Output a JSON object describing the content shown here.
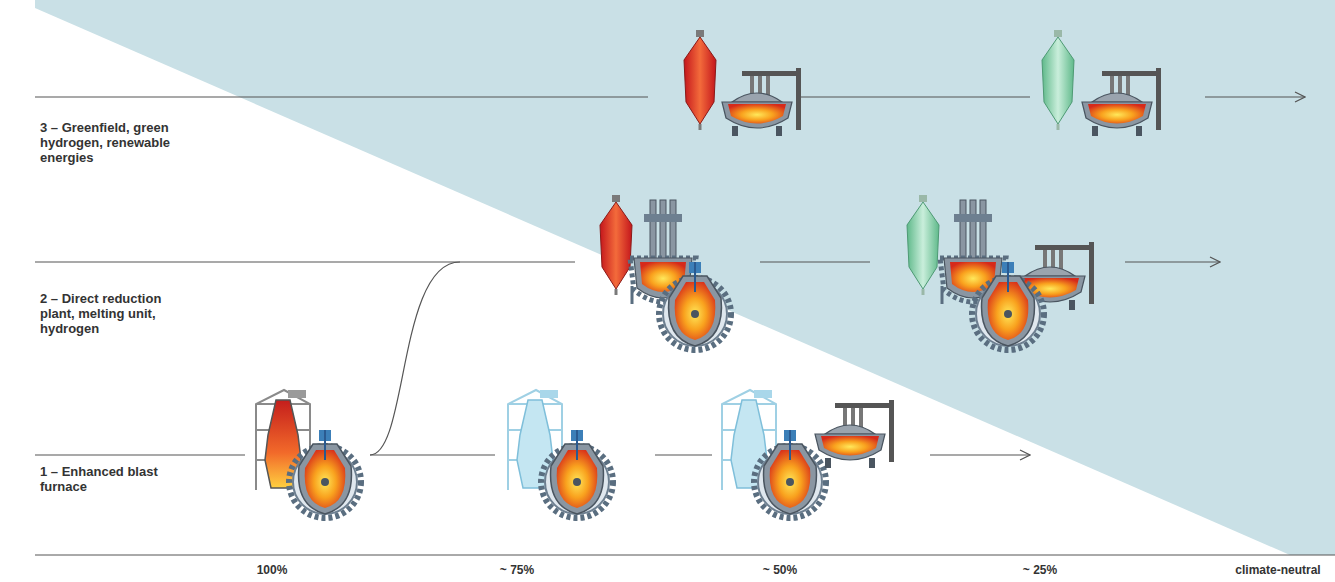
{
  "diagram": {
    "labels": [
      "3 – Greenfield, green hydrogen, renewable energies",
      "2 – Direct reduction plant, melting unit, hydrogen",
      "1 – Enhanced blast furnace",
      "100%",
      "~ 75%",
      "~ 50%",
      "~ 25%",
      "climate-neutral"
    ]
  }
}
